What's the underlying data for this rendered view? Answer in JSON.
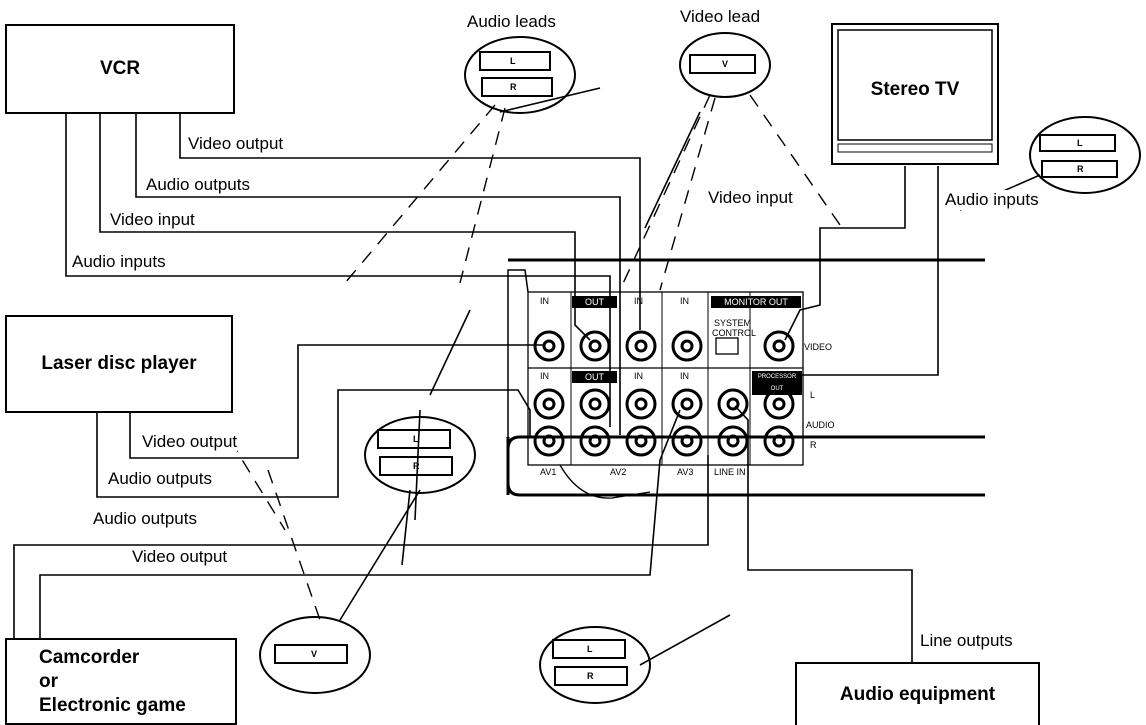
{
  "devices": {
    "vcr": "VCR",
    "tv": "Stereo TV",
    "laser": "Laser disc player",
    "camcorder": {
      "line1": "Camcorder",
      "line2": "or",
      "line3": "Electronic game"
    },
    "audio_eq": "Audio equipment"
  },
  "leads": {
    "audio": "Audio leads",
    "video": "Video lead",
    "plug_left": "L",
    "plug_right": "R",
    "plug_video": "V"
  },
  "connections": {
    "vcr_video_output": "Video output",
    "vcr_audio_outputs": "Audio outputs",
    "vcr_video_input": "Video input",
    "vcr_audio_inputs": "Audio inputs",
    "tv_video_input": "Video input",
    "tv_audio_inputs": "Audio inputs",
    "laser_video_output": "Video output",
    "laser_audio_outputs": "Audio outputs",
    "cam_audio_outputs": "Audio outputs",
    "cam_video_output": "Video output",
    "line_outputs": "Line outputs"
  },
  "panel": {
    "in": "IN",
    "out": "OUT",
    "monitor_out": "MONITOR OUT",
    "processor_out": "PROCESSOR OUT",
    "system": "SYSTEM",
    "control": "CONTROL",
    "video": "VIDEO",
    "l": "L",
    "audio": "AUDIO",
    "r": "R",
    "av1": "AV1",
    "av2": "AV2",
    "av3": "AV3",
    "line_in": "LINE IN"
  }
}
